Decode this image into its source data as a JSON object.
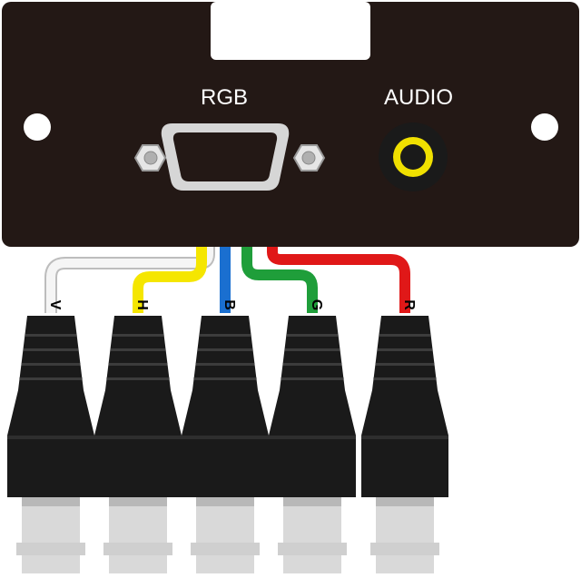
{
  "panel": {
    "rgb_label": "RGB",
    "audio_label": "AUDIO"
  },
  "cables": [
    {
      "label": "V",
      "color": "#f2f2f2"
    },
    {
      "label": "H",
      "color": "#f5e600"
    },
    {
      "label": "B",
      "color": "#1a6fd0"
    },
    {
      "label": "G",
      "color": "#1f9e3a"
    },
    {
      "label": "R",
      "color": "#e01818"
    }
  ],
  "colors": {
    "plate": "#231815",
    "connector_body": "#1a1a1a",
    "bnc_metal": "#d9d9d9",
    "rca_ring": "#f0e000"
  }
}
